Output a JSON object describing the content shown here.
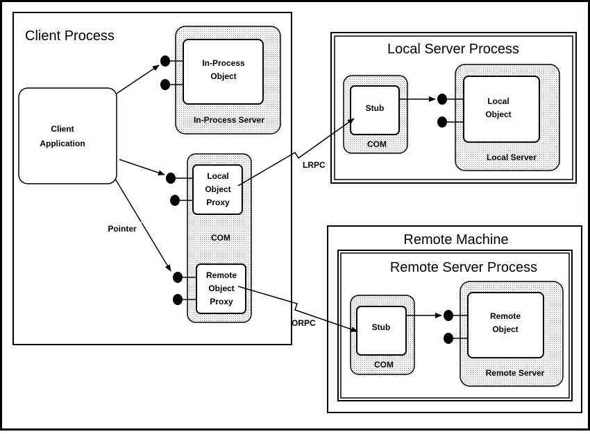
{
  "labels": {
    "client_process": "Client Process",
    "client_application": [
      "Client",
      "Application"
    ],
    "in_process_object": [
      "In-Process",
      "Object"
    ],
    "in_process_server": "In-Process Server",
    "local_object_proxy": [
      "Local",
      "Object",
      "Proxy"
    ],
    "remote_object_proxy": [
      "Remote",
      "Object",
      "Proxy"
    ],
    "com_client": "COM",
    "pointer": "Pointer",
    "local_server_process": "Local Server Process",
    "stub_local": "Stub",
    "com_local": "COM",
    "local_object": [
      "Local",
      "Object"
    ],
    "local_server": "Local Server",
    "lrpc": "LRPC",
    "remote_machine": "Remote Machine",
    "remote_server_process": "Remote Server Process",
    "stub_remote": "Stub",
    "com_remote": "COM",
    "remote_object": [
      "Remote",
      "Object"
    ],
    "remote_server": "Remote Server",
    "orpc": "ORPC"
  }
}
